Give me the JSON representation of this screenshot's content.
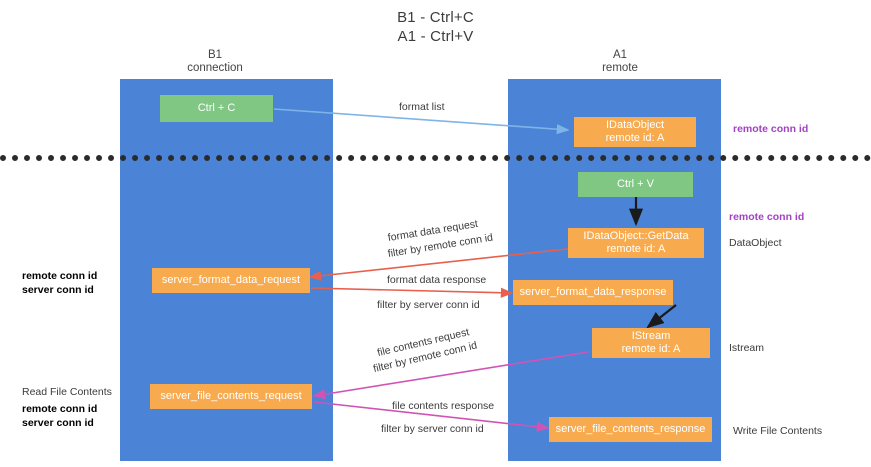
{
  "title": {
    "line1": "B1 - Ctrl+C",
    "line2": "A1 - Ctrl+V"
  },
  "columns": [
    {
      "name": "B1",
      "role": "connection"
    },
    {
      "name": "A1",
      "role": "remote"
    }
  ],
  "colors": {
    "lane": "#4b83d6",
    "node_orange": "#f8ab4e",
    "node_green": "#81c784",
    "remote_conn_id": "#a341c4",
    "server_conn_id": "#6cbf73",
    "server_conn_id_inline": "#c4509b",
    "arrow_blue": "#7fb4e8",
    "arrow_red": "#e8604c",
    "arrow_pink": "#d154b5",
    "arrow_black": "#1a1a1a",
    "divider": "#2b2b2b"
  },
  "nodes": {
    "ctrl_c": {
      "line1": "Ctrl + C"
    },
    "ctrl_v": {
      "line1": "Ctrl + V"
    },
    "idataobject": {
      "line1": "IDataObject",
      "line2": "remote id: A"
    },
    "idataobject_getdata": {
      "line1": "IDataObject::GetData",
      "line2": "remote id: A"
    },
    "istream": {
      "line1": "IStream",
      "line2": "remote id: A"
    },
    "server_format_data_request": {
      "line1": "server_format_data_request"
    },
    "server_format_data_response": {
      "line1": "server_format_data_response"
    },
    "server_file_contents_request": {
      "line1": "server_file_contents_request"
    },
    "server_file_contents_response": {
      "line1": "server_file_contents_response"
    }
  },
  "edges": {
    "format_list": "format list",
    "format_data_request": "format data request",
    "format_data_response": "format data response",
    "file_contents_request": "file contents request",
    "file_contents_response": "file contents response",
    "filter_by": "filter by ",
    "remote_conn_id": "remote conn id",
    "server_conn_id": "server conn id"
  },
  "right_labels": {
    "remote_conn_id_top": "remote conn id",
    "remote_conn_id_mid": "remote conn id",
    "dataobject": "DataObject",
    "istream": "Istream",
    "write_file_contents": "Write File Contents"
  },
  "left_labels": {
    "remote_conn_id_mid": "remote conn id",
    "server_conn_id_mid": "server conn id",
    "read_file_contents": "Read File Contents",
    "remote_conn_id_bottom": "remote conn id",
    "server_conn_id_bottom": "server conn id"
  }
}
